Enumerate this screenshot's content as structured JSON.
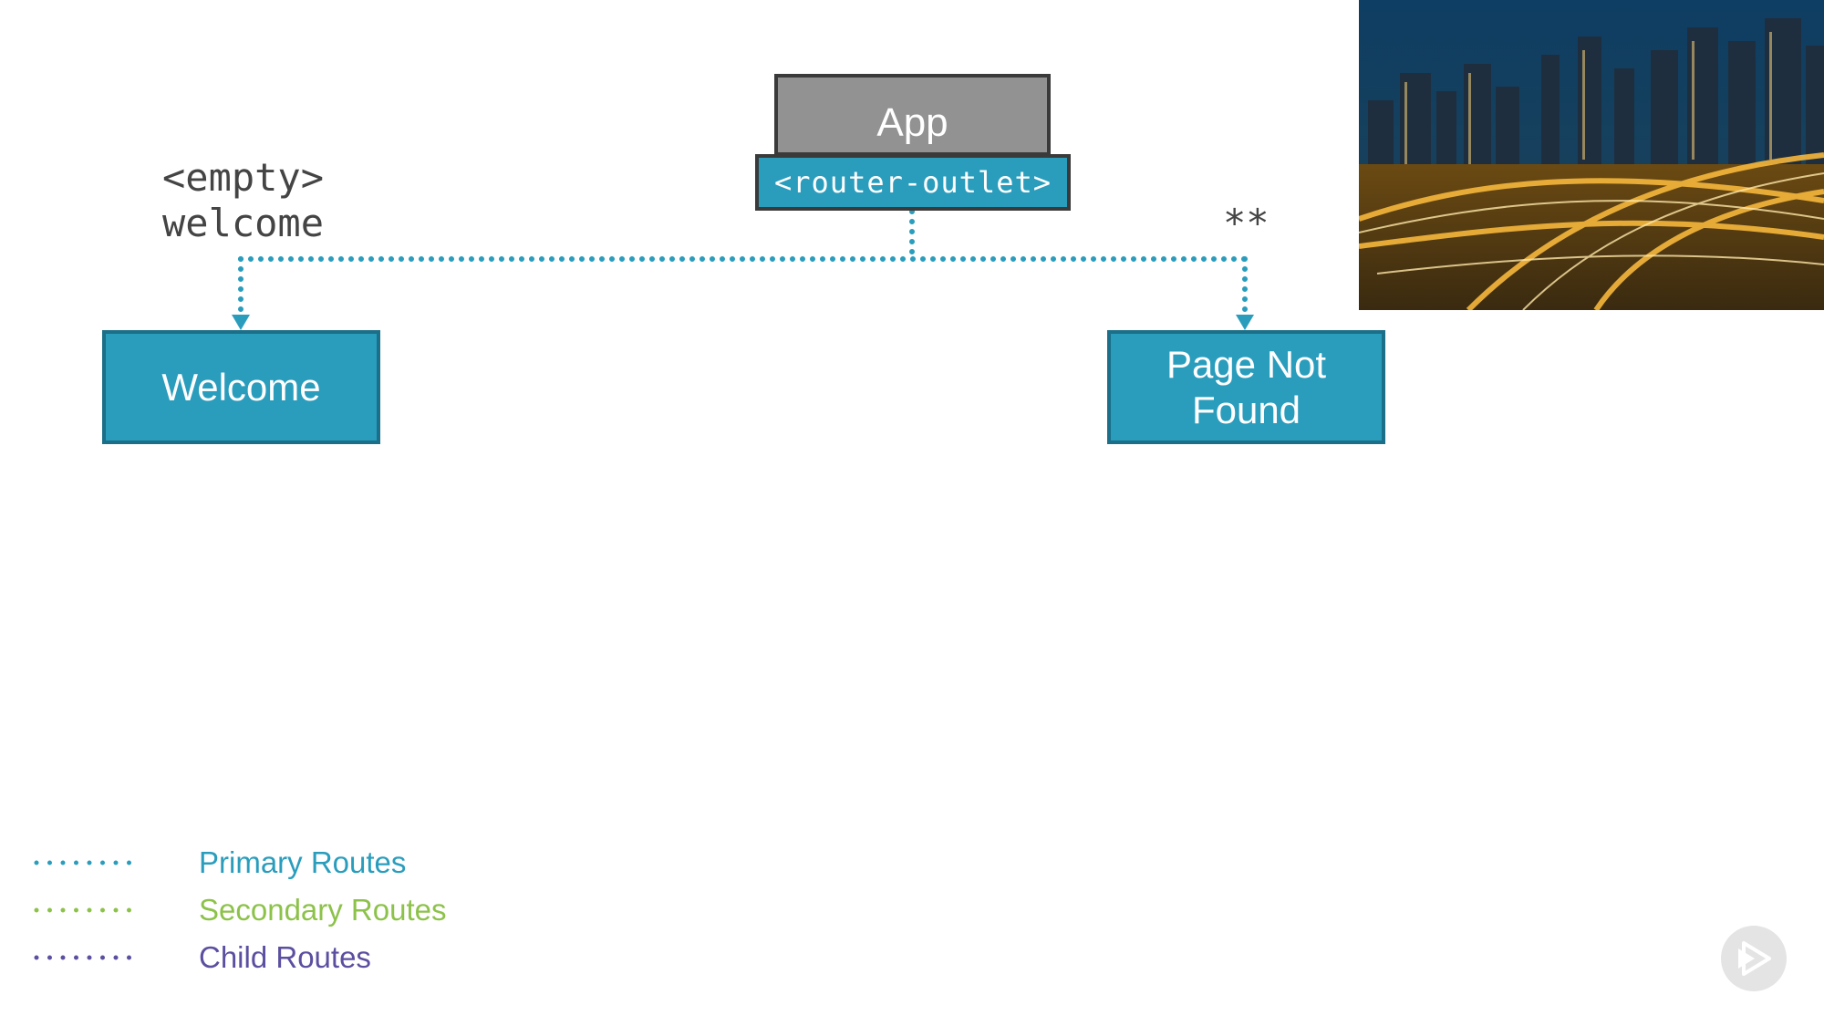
{
  "diagram": {
    "root": {
      "label": "App",
      "outlet": "<router-outlet>"
    },
    "routes": [
      {
        "path": "<empty>\nwelcome",
        "component": "Welcome"
      },
      {
        "path": "**",
        "component": "Page Not\nFound"
      }
    ]
  },
  "legend": {
    "items": [
      {
        "label": "Primary Routes",
        "color": "#2a9dbd"
      },
      {
        "label": "Secondary Routes",
        "color": "#8dc24a"
      },
      {
        "label": "Child Routes",
        "color": "#5b4fa0"
      }
    ]
  },
  "colors": {
    "component_fill": "#2a9dbd",
    "app_fill": "#929292",
    "connector": "#2a9dbd"
  },
  "icons": {
    "photo": "city-highway-night-photo",
    "badge": "play-logo-icon"
  }
}
